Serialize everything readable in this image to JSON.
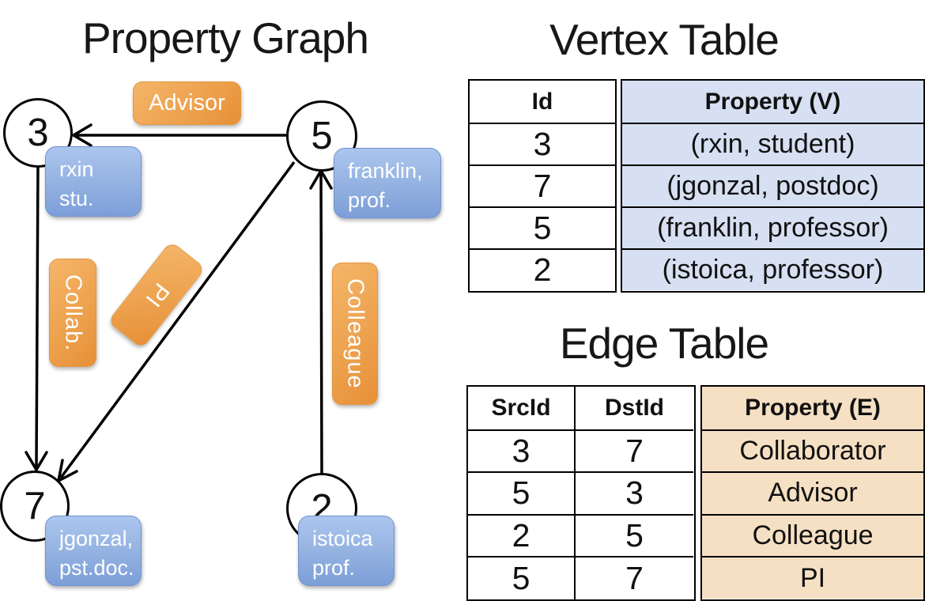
{
  "graph": {
    "title": "Property Graph",
    "nodes": [
      {
        "id": "3",
        "property_line1": "rxin",
        "property_line2": "stu."
      },
      {
        "id": "5",
        "property_line1": "franklin,",
        "property_line2": "prof."
      },
      {
        "id": "7",
        "property_line1": "jgonzal,",
        "property_line2": "pst.doc."
      },
      {
        "id": "2",
        "property_line1": "istoica",
        "property_line2": "prof."
      }
    ],
    "edges": [
      {
        "label": "Advisor",
        "src": "5",
        "dst": "3"
      },
      {
        "label": "Collab.",
        "src": "3",
        "dst": "7"
      },
      {
        "label": "PI",
        "src": "5",
        "dst": "7"
      },
      {
        "label": "Colleague",
        "src": "2",
        "dst": "5"
      }
    ]
  },
  "vertex_table": {
    "title": "Vertex Table",
    "columns": {
      "id": "Id",
      "property": "Property (V)"
    },
    "rows": [
      {
        "id": "3",
        "property": "(rxin, student)"
      },
      {
        "id": "7",
        "property": "(jgonzal, postdoc)"
      },
      {
        "id": "5",
        "property": "(franklin, professor)"
      },
      {
        "id": "2",
        "property": "(istoica, professor)"
      }
    ]
  },
  "edge_table": {
    "title": "Edge Table",
    "columns": {
      "src": "SrcId",
      "dst": "DstId",
      "property": "Property (E)"
    },
    "rows": [
      {
        "src": "3",
        "dst": "7",
        "property": "Collaborator"
      },
      {
        "src": "5",
        "dst": "3",
        "property": "Advisor"
      },
      {
        "src": "2",
        "dst": "5",
        "property": "Colleague"
      },
      {
        "src": "5",
        "dst": "7",
        "property": "PI"
      }
    ]
  },
  "colors": {
    "edge_label_orange": "#eda24e",
    "vertex_property_blue": "#8aadde",
    "vertex_table_fill": "#d6e0f2",
    "edge_table_fill": "#f6e0c3",
    "line_black": "#000000"
  }
}
